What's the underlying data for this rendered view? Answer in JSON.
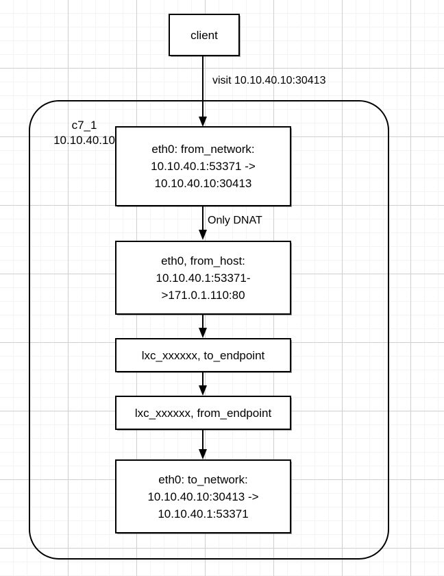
{
  "diagram": {
    "title_node": {
      "label": "client"
    },
    "host": {
      "name": "c7_1",
      "ip": "10.10.40.10"
    },
    "edges": [
      {
        "id": "client-to-eth0-from-network",
        "label": "visit 10.10.40.10:30413"
      },
      {
        "id": "from-network-to-from-host",
        "label": "Only DNAT"
      },
      {
        "id": "from-host-to-to-endpoint",
        "label": ""
      },
      {
        "id": "to-endpoint-to-from-endpoint",
        "label": ""
      },
      {
        "id": "from-endpoint-to-to-network",
        "label": ""
      }
    ],
    "nodes": [
      {
        "id": "eth0-from-network",
        "line1": "eth0: from_network:",
        "line2": "10.10.40.1:53371 ->",
        "line3": "10.10.40.10:30413",
        "text": "eth0: from_network:\n10.10.40.1:53371 ->\n10.10.40.10:30413"
      },
      {
        "id": "eth0-from-host",
        "line1": "eth0, from_host:",
        "line2": "10.10.40.1:53371-",
        "line3": ">171.0.1.110:80",
        "text": "eth0, from_host:\n10.10.40.1:53371-\n>171.0.1.110:80"
      },
      {
        "id": "lxc-to-endpoint",
        "text": "lxc_xxxxxx, to_endpoint"
      },
      {
        "id": "lxc-from-endpoint",
        "text": "lxc_xxxxxx, from_endpoint"
      },
      {
        "id": "eth0-to-network",
        "line1": "eth0: to_network:",
        "line2": "10.10.40.10:30413 ->",
        "line3": "10.10.40.1:53371",
        "text": "eth0: to_network:\n10.10.40.10:30413 ->\n10.10.40.1:53371"
      }
    ],
    "colors": {
      "stroke": "#000000",
      "fill": "#ffffff",
      "grid_minor": "#f4f4f4",
      "grid_major": "#cfcfcf"
    }
  }
}
